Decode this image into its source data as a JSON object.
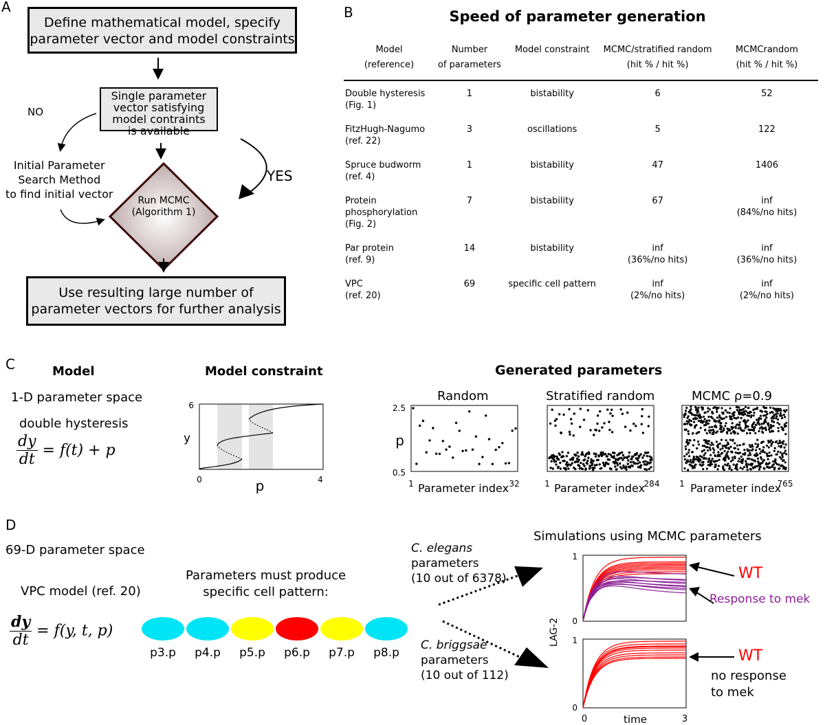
{
  "panels": {
    "a": "A",
    "b": "B",
    "c": "C",
    "d": "D"
  },
  "flow": {
    "box1": [
      "Define mathematical model, specify",
      "parameter vector and model constraints"
    ],
    "box2": [
      "Single parameter",
      "vector satisfying",
      "model contraints",
      "is available"
    ],
    "no_label": "NO",
    "yes_label": "YES",
    "init_search": [
      "Initial Parameter",
      "Search Method",
      "to find initial vector"
    ],
    "diamond": [
      "Run MCMC",
      "(Algorithm 1)"
    ],
    "box3": [
      "Use resulting large number of",
      "parameter vectors for further analysis"
    ]
  },
  "table": {
    "title": "Speed of parameter generation",
    "headers": [
      [
        "Model",
        "(reference)"
      ],
      [
        "Number",
        "of parameters"
      ],
      [
        "Model constraint",
        ""
      ],
      [
        "MCMC/stratified random",
        "(hit % / hit %)"
      ],
      [
        "MCMCrandom",
        "(hit % / hit %)"
      ]
    ],
    "rows": [
      {
        "model": "Double hysteresis",
        "ref": "(Fig. 1)",
        "n": "1",
        "constraint": "bistability",
        "strat": "6",
        "strat2": "",
        "rand": "52",
        "rand2": ""
      },
      {
        "model": "FitzHugh-Nagumo",
        "ref": "(ref. 22)",
        "n": "3",
        "constraint": "oscillations",
        "strat": "5",
        "strat2": "",
        "rand": "122",
        "rand2": ""
      },
      {
        "model": "Spruce budworm",
        "ref": "(ref. 4)",
        "n": "1",
        "constraint": "bistability",
        "strat": "47",
        "strat2": "",
        "rand": "1406",
        "rand2": ""
      },
      {
        "model": "Protein phosphorylation",
        "ref": "(Fig. 2)",
        "n": "7",
        "constraint": "bistability",
        "strat": "67",
        "strat2": "",
        "rand": "inf",
        "rand2": "(84%/no hits)"
      },
      {
        "model": "Par protein",
        "ref": "(ref. 9)",
        "n": "14",
        "constraint": "bistability",
        "strat": "inf",
        "strat2": "(36%/no hits)",
        "rand": "inf",
        "rand2": "(36%/no hits)"
      },
      {
        "model": "VPC",
        "ref": "(ref. 20)",
        "n": "69",
        "constraint": "specific cell pattern",
        "strat": "inf",
        "strat2": "(2%/no hits)",
        "rand": "inf",
        "rand2": "(2%/no hits)"
      }
    ]
  },
  "c": {
    "model_heading": "Model",
    "space": "1-D parameter space",
    "model_name": "double hysteresis",
    "eq": {
      "num": "dy",
      "den": "dt",
      "rhs": "= f(t) + p"
    },
    "constraint_heading": "Model constraint",
    "constraint_plot": {
      "ylabel": "y",
      "xlabel": "p",
      "y_top": "6",
      "x_ticks": [
        "0",
        "4"
      ]
    },
    "generated_heading": "Generated parameters",
    "scatter": [
      {
        "title": "Random",
        "n": 32,
        "xstart": "1",
        "xend": "32",
        "xlabel": "Parameter index",
        "ylabel": "p",
        "ymax": "2.5",
        "ymin": "0.5"
      },
      {
        "title": "Stratified random",
        "n": 284,
        "xstart": "1",
        "xend": "284",
        "xlabel": "Parameter index"
      },
      {
        "title": "MCMC ρ=0.9",
        "n": 765,
        "xstart": "1",
        "xend": "765",
        "xlabel": "Parameter index"
      }
    ]
  },
  "d": {
    "space": "69-D parameter space",
    "model": "VPC model (ref. 20)",
    "eq": {
      "num": "dy",
      "den": "dt",
      "rhs": "= f(y, t, p)"
    },
    "must": [
      "Parameters must produce",
      "specific cell pattern:"
    ],
    "cells": [
      {
        "label": "p3.p",
        "color": "#00e5f5"
      },
      {
        "label": "p4.p",
        "color": "#00e5f5"
      },
      {
        "label": "p5.p",
        "color": "#ffff00"
      },
      {
        "label": "p6.p",
        "color": "#ff0000"
      },
      {
        "label": "p7.p",
        "color": "#ffff00"
      },
      {
        "label": "p8.p",
        "color": "#00e5f5"
      }
    ],
    "elegans": {
      "species": "C. elegans",
      "line2": "parameters",
      "line3": "(10 out of 6378)"
    },
    "briggsae": {
      "species": "C. briggsae",
      "line2": "parameters",
      "line3": "(10 out of 112)"
    },
    "sim_title": "Simulations using MCMC parameters",
    "ylabel": "LAG-2",
    "xlabel": "time",
    "x_ticks": [
      "0",
      "3"
    ],
    "y_ticks": [
      "1",
      "0"
    ],
    "wt": "WT",
    "mek": "Response to mek",
    "no_response": [
      "no response",
      "to mek"
    ],
    "colors": {
      "wt": "#ff0000",
      "mek": "#8b1e96"
    }
  }
}
